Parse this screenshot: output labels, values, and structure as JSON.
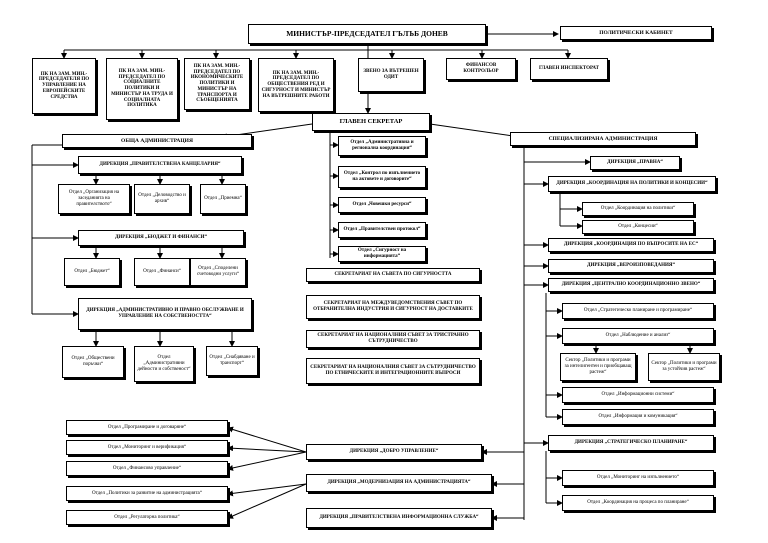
{
  "pm": "МИНИСТЪР-ПРЕДСЕДАТЕЛ ГЪЛЪБ ДОНЕВ",
  "political_cabinet": "ПОЛИТИЧЕСКИ КАБИНЕТ",
  "deputy_offices": [
    "ПК НА ЗАМ. МИН.-ПРЕДСЕДАТЕЛЯ ПО УПРАВЛЕНИЕ НА ЕВРОПЕЙСКИТЕ СРЕДСТВА",
    "ПК НА ЗАМ. МИН.-ПРЕДСЕДАТЕЛ ПО СОЦИАЛНИТЕ ПОЛИТИКИ И МИНИСТЪР НА ТРУДА И СОЦИАЛНАТА ПОЛИТИКА",
    "ПК НА ЗАМ. МИН.-ПРЕДСЕДАТЕЛ ПО ИКОНОМИЧЕСКИТЕ ПОЛИТИКИ И МИНИСТЪР НА ТРАНСПОРТА И СЪОБЩЕНИЯТА",
    "ПК НА ЗАМ. МИН.-ПРЕДСЕДАТЕЛ ПО ОБЩЕСТВЕНИЯ РЕД И СИГУРНОСТ И МИНИСТЪР НА ВЪТРЕШНИТЕ РАБОТИ"
  ],
  "audit": "ЗВЕНО ЗА ВЪТРЕШЕН ОДИТ",
  "fin_control": "ФИНАНСОВ КОНТРОЛЬОР",
  "inspectorate": "ГЛАВЕН ИНСПЕКТОРАТ",
  "chief_secretary": "ГЛАВЕН СЕКРЕТАР",
  "general_admin": "ОБЩА АДМИНИСТРАЦИЯ",
  "specialized_admin": "СПЕЦИАЛИЗИРАНА АДМИНИСТРАЦИЯ",
  "ga": {
    "d1": "ДИРЕКЦИЯ „ПРАВИТЕЛСТВЕНА КАНЦЕЛАРИЯ“",
    "d1_units": [
      "Отдел „Организация на заседанията на правителството“",
      "Отдел „Деловодство и архив“",
      "Отдел „Приемна“"
    ],
    "d2": "ДИРЕКЦИЯ „БЮДЖЕТ И ФИНАНСИ“",
    "d2_units": [
      "Отдел „Бюджет“",
      "Отдел „Финанси“",
      "Отдел „Споделени счетоводни услуги“"
    ],
    "d3": "ДИРЕКЦИЯ „АДМИНИСТРАТИВНО И ПРАВНО ОБСЛУЖВАНЕ И УПРАВЛЕНИЕ НА СОБСТВЕНОСТТА“",
    "d3_units": [
      "Отдел „Обществени поръчки“",
      "Отдел „Административни дейности и собственост“",
      "Отдел „Снабдяване и транспорт“"
    ]
  },
  "cs_units": [
    "Отдел „Административна и регионална координация“",
    "Отдел „Контрол по изпълнението на актовете и договорите“",
    "Отдел „Човешки ресурси“",
    "Отдел „Правителствен протокол“",
    "Отдел „Сигурност на информацията“"
  ],
  "secretariats": [
    "СЕКРЕТАРИАТ НА СЪВЕТА ПО СИГУРНОСТТА",
    "СЕКРЕТАРИАТ НА МЕЖДУВЕДОМСТВЕНИЯ СЪВЕТ ПО ОТБРАНИТЕЛНА ИНДУСТРИЯ И СИГУРНОСТ НА ДОСТАВКИТЕ",
    "СЕКРЕТАРИАТ НА НАЦИОНАЛНИЯ СЪВЕТ ЗА ТРИСТРАННО СЪТРУДНИЧЕСТВО",
    "СЕКРЕТАРИАТ НА НАЦИОНАЛНИЯ СЪВЕТ ЗА СЪТРУДНИЧЕСТВО ПО ЕТНИЧЕСКИТЕ И ИНТЕГРАЦИОННИТЕ ВЪПРОСИ"
  ],
  "sa": {
    "law": "ДИРЕКЦИЯ „ПРАВНА“",
    "coord": "ДИРЕКЦИЯ „КООРДИНАЦИЯ НА ПОЛИТИКИ И КОНЦЕСИИ“",
    "coord_units": [
      "Отдел „Координация на политики“",
      "Отдел „Концесии“"
    ],
    "eu": "ДИРЕКЦИЯ „КООРДИНАЦИЯ ПО ВЪПРОСИТЕ НА ЕС“",
    "faith": "ДИРЕКЦИЯ „ВЕРОИЗПОВЕДАНИЯ“",
    "central": "ДИРЕКЦИЯ „ЦЕНТРАЛНО КООРДИНАЦИОННО ЗВЕНО“",
    "central_units": [
      "Отдел „Стратегическо планиране и програмиране“",
      "Отдел „Наблюдение и анализ“",
      "Отдел „Информационни системи“",
      "Отдел „Информация и комуникация“"
    ],
    "sectors": [
      "Сектор „Политики и програми за интелигентен и приобщаващ растеж“",
      "Сектор „Политики и програми за устойчив растеж“"
    ],
    "strategic": "ДИРЕКЦИЯ „СТРАТЕГИЧЕСКО ПЛАНИРАНЕ“",
    "strategic_units": [
      "Отдел „Мониторинг на изпълнението“",
      "Отдел „Координация на процеса по планиране“"
    ]
  },
  "bottom": {
    "good": "ДИРЕКЦИЯ „ДОБРО УПРАВЛЕНИЕ“",
    "modern": "ДИРЕКЦИЯ „МОДЕРНИЗАЦИЯ НА АДМИНИСТРАЦИЯТА“",
    "info": "ДИРЕКЦИЯ „ПРАВИТЕЛСТВЕНА ИНФОРМАЦИОННА СЛУЖБА“",
    "units": [
      "Отдел „Програмиране и договаряне“",
      "Отдел „Мониторинг и верификация“",
      "Отдел „Финансово управление“",
      "Отдел „Политики за развитие на администрацията“",
      "Отдел „Регулаторна политика“"
    ]
  }
}
